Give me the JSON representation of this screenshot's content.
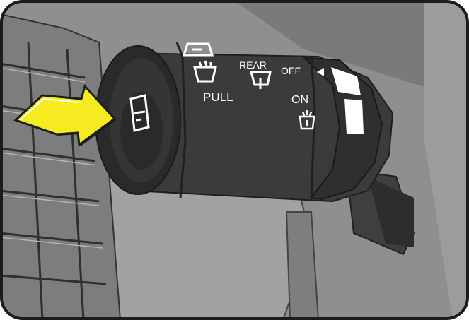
{
  "illustration": {
    "labels": {
      "pull": "PULL",
      "rear": "REAR",
      "off": "OFF",
      "on": "ON"
    },
    "icons": {
      "front_wiper": "windshield-wiper-icon",
      "front_washer": "windshield-washer-icon",
      "rear_wiper": "rear-wiper-icon",
      "rear_washer_on": "rear-washer-icon",
      "end_cap": "rear-window-wiper-icon",
      "arrow": "pull-arrow-icon",
      "off_marker": "off-position-marker-icon"
    },
    "colors": {
      "background": "#8d8d8d",
      "dash_dark": "#5f5f5f",
      "stalk_body": "#3a3a3a",
      "stalk_ring": "#2e2e2e",
      "arrow_yellow": "#f6ea21",
      "frame_outline": "#1c1c1c",
      "label_white": "#ffffff"
    }
  }
}
